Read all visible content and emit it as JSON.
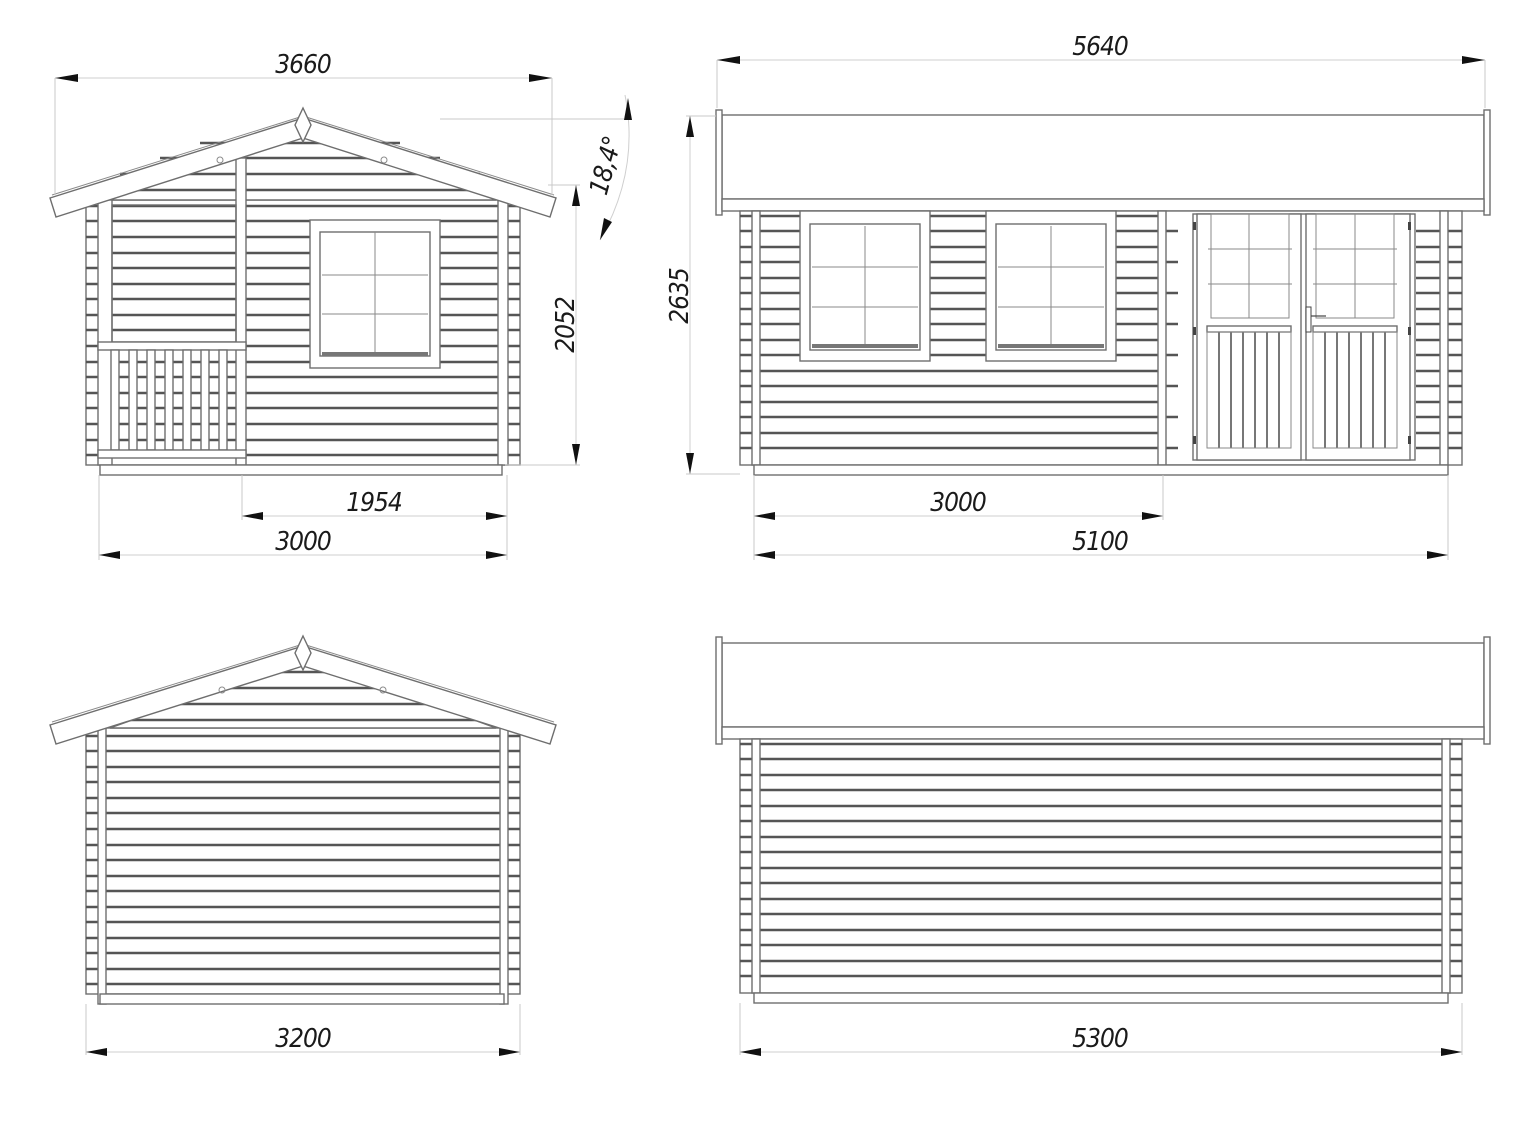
{
  "drawing": {
    "type": "architectural elevation drawing",
    "subject": "log cabin / garden house with side porch",
    "units": "mm"
  },
  "views": [
    {
      "id": "front-gable",
      "position": "top-left",
      "features": [
        "gable roof",
        "porch with railing",
        "6-pane window"
      ],
      "dimensions": {
        "overall_roof_width": "3660",
        "roof_angle": "18,4°",
        "wall_height": "2052",
        "wall_section_width": "1954",
        "base_width": "3000"
      }
    },
    {
      "id": "side-door",
      "position": "top-right",
      "features": [
        "roof edge",
        "two 6-pane windows",
        "double door with glazed upper panels"
      ],
      "dimensions": {
        "overall_roof_length": "5640",
        "overall_height": "2635",
        "room_length": "3000",
        "base_length": "5100"
      }
    },
    {
      "id": "rear-gable",
      "position": "bottom-left",
      "features": [
        "gable roof",
        "plain log wall"
      ],
      "dimensions": {
        "overall_width": "3200"
      }
    },
    {
      "id": "rear-side",
      "position": "bottom-right",
      "features": [
        "roof edge",
        "plain log wall"
      ],
      "dimensions": {
        "overall_length": "5300"
      }
    }
  ],
  "labels": {
    "d3660": "3660",
    "d18_4": "18,4°",
    "d2052": "2052",
    "d1954": "1954",
    "d3000a": "3000",
    "d5640": "5640",
    "d2635": "2635",
    "d3000b": "3000",
    "d5100": "5100",
    "d3200": "3200",
    "d5300": "5300"
  },
  "colors": {
    "background": "#ffffff",
    "line": "#6e6e6e",
    "log_groove": "#555555",
    "dimension_text": "#1a1a1a"
  }
}
